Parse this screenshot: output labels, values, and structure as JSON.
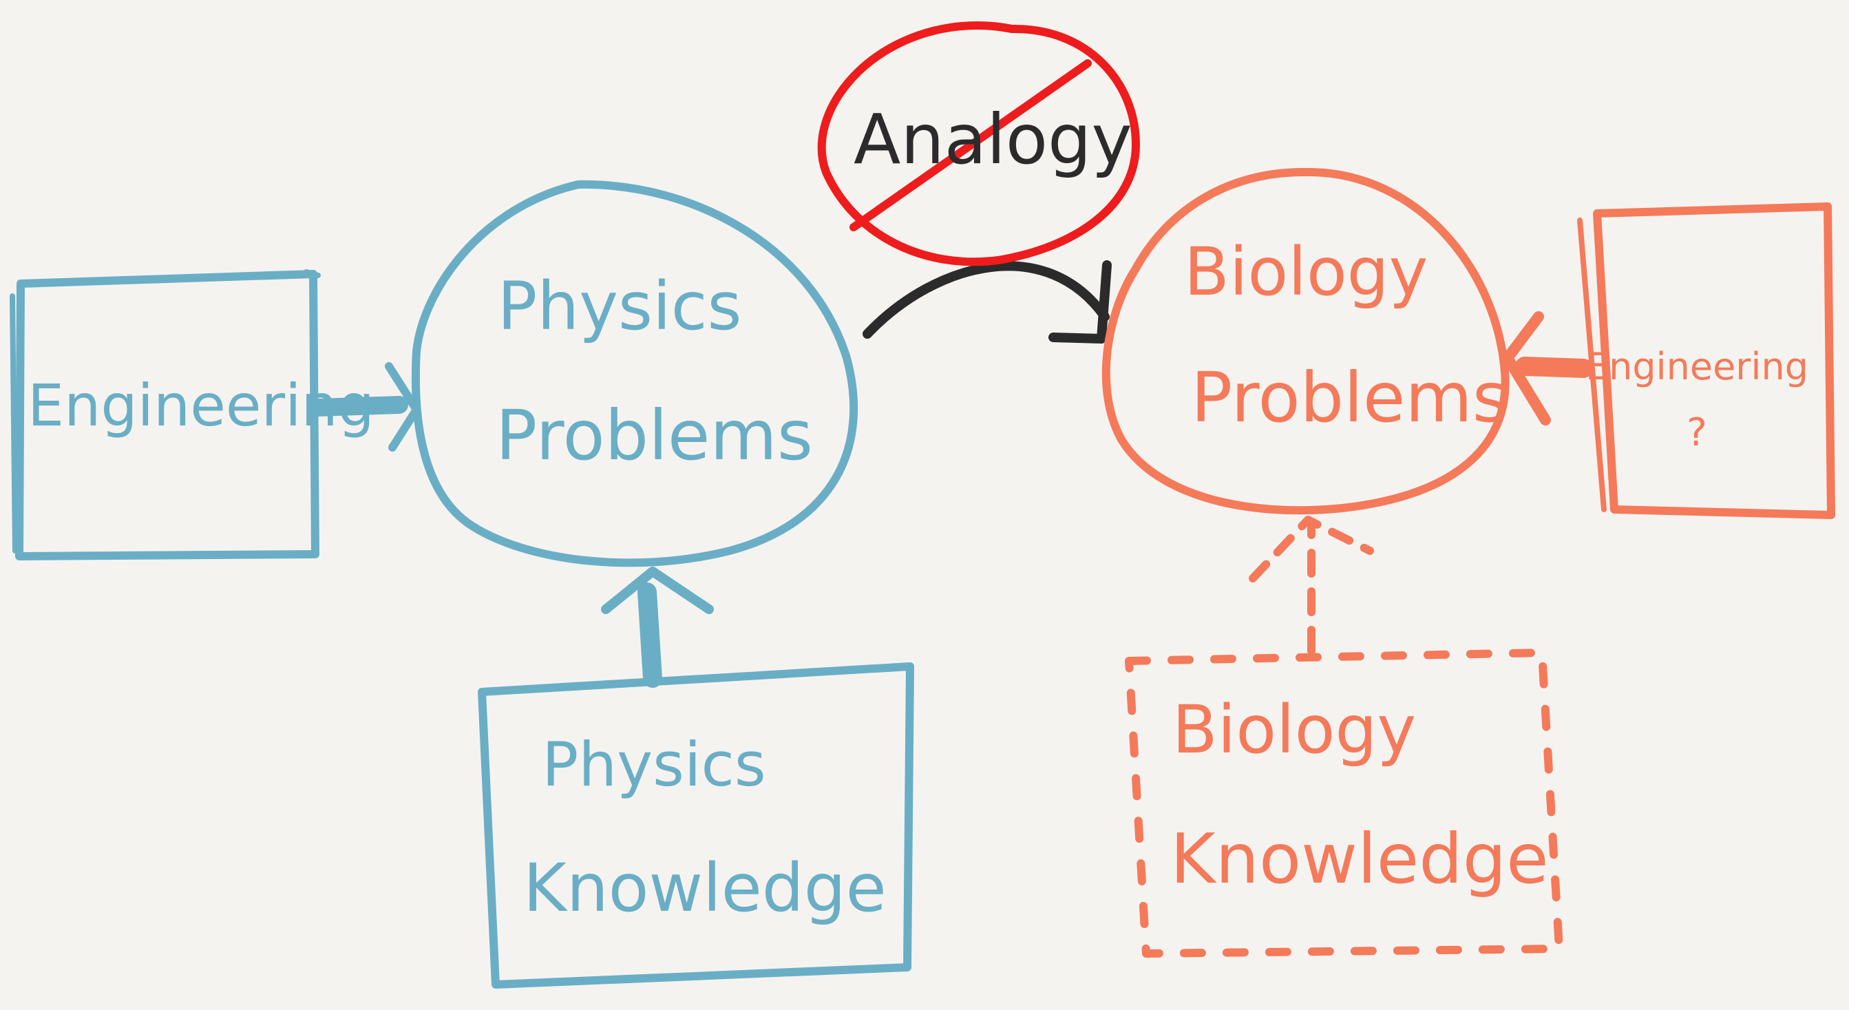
{
  "colors": {
    "blue": "#6aaec6",
    "orange": "#f47a5a",
    "red": "#ee1c1c",
    "dark": "#2b2b2b",
    "background": "#f5f3f0"
  },
  "physics_side": {
    "engineering": "Engineering",
    "problems_line1": "Physics",
    "problems_line2": "Problems",
    "knowledge_line1": "Physics",
    "knowledge_line2": "Knowledge"
  },
  "biology_side": {
    "problems_line1": "Biology",
    "problems_line2": "Problems",
    "knowledge_line1": "Biology",
    "knowledge_line2": "Knowledge",
    "engineering": "Engineering",
    "engineering_question": "?"
  },
  "analogy": {
    "label": "Analogy"
  }
}
